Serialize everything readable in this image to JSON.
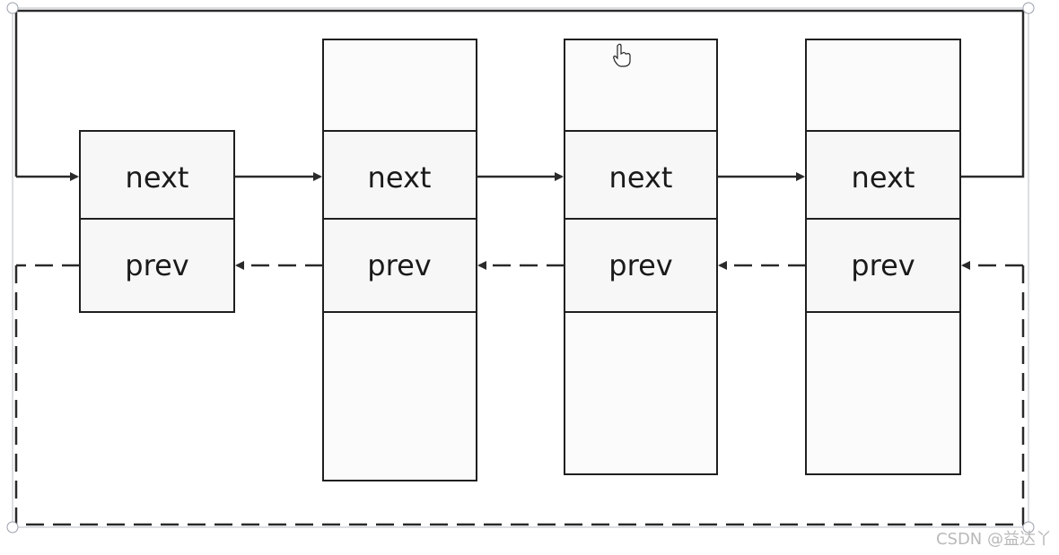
{
  "nodes": [
    {
      "next_label": "next",
      "prev_label": "prev"
    },
    {
      "next_label": "next",
      "prev_label": "prev"
    },
    {
      "next_label": "next",
      "prev_label": "prev"
    },
    {
      "next_label": "next",
      "prev_label": "prev"
    }
  ],
  "watermark": "CSDN @益达丫",
  "colors": {
    "stroke": "#1f1f1f",
    "fill": "#f7f7f7",
    "selection_frame": "#b8bcc6"
  }
}
